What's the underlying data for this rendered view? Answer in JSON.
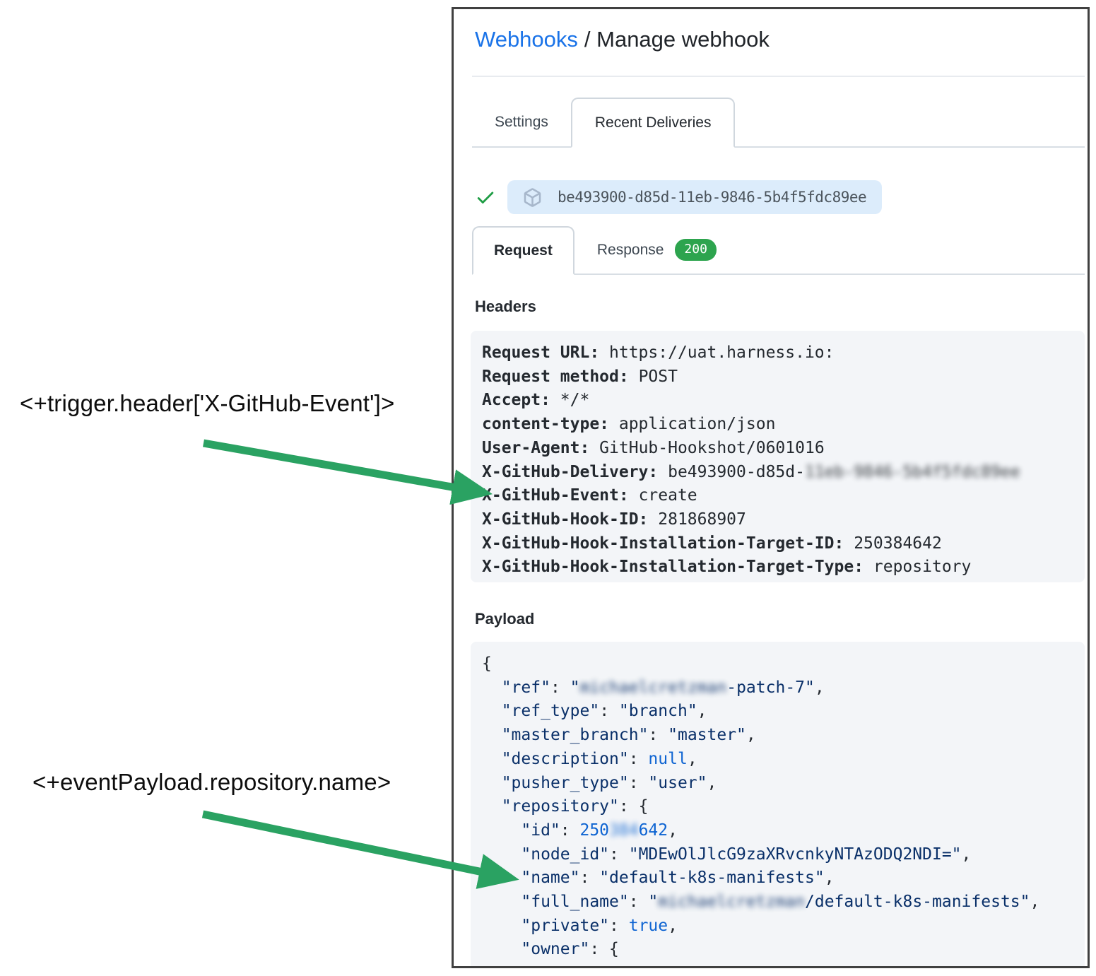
{
  "annotations": {
    "trigger_header": {
      "text": "<+trigger.header['X-GitHub-Event']>"
    },
    "event_payload": {
      "text": "<+eventPayload.repository.name>"
    }
  },
  "colors": {
    "link_blue": "#1a73e8",
    "arrow_green": "#2aa262",
    "check_green": "#1f9d45",
    "badge_green": "#2da44e",
    "pill_blue": "#dcecfb",
    "code_navy": "#0a3069",
    "code_blue": "#0e64d2"
  },
  "panel": {
    "breadcrumb": {
      "link": "Webhooks",
      "rest": "/ Manage webhook"
    },
    "tabs": [
      {
        "label": "Settings",
        "active": false
      },
      {
        "label": "Recent Deliveries",
        "active": true
      }
    ],
    "delivery": {
      "status_icon": "check-icon",
      "box_icon": "package-icon",
      "id": "be493900-d85d-11eb-9846-5b4f5fdc89ee"
    },
    "subtabs": {
      "request": "Request",
      "response": "Response",
      "response_status": "200"
    },
    "headers": {
      "title": "Headers",
      "lines": [
        [
          {
            "t": "Request URL:",
            "s": "key"
          },
          {
            "t": " https://uat.harness.io:",
            "s": "val"
          }
        ],
        [
          {
            "t": "Request method:",
            "s": "key"
          },
          {
            "t": " POST",
            "s": "val"
          }
        ],
        [
          {
            "t": "Accept:",
            "s": "key"
          },
          {
            "t": " */*",
            "s": "val"
          }
        ],
        [
          {
            "t": "content-type:",
            "s": "key"
          },
          {
            "t": " application/json",
            "s": "val"
          }
        ],
        [
          {
            "t": "User-Agent:",
            "s": "key"
          },
          {
            "t": " GitHub-Hookshot/0601016",
            "s": "val"
          }
        ],
        [
          {
            "t": "X-GitHub-Delivery:",
            "s": "key"
          },
          {
            "t": " be493900-d85d-",
            "s": "val"
          },
          {
            "t": "11eb-9846-5b4f5fdc89ee",
            "s": "val blur"
          }
        ],
        [
          {
            "t": "X-GitHub-Event:",
            "s": "key"
          },
          {
            "t": " create",
            "s": "val"
          }
        ],
        [
          {
            "t": "X-GitHub-Hook-ID:",
            "s": "key"
          },
          {
            "t": " 281868907",
            "s": "val"
          }
        ],
        [
          {
            "t": "X-GitHub-Hook-Installation-Target-ID:",
            "s": "key"
          },
          {
            "t": " 250384642",
            "s": "val"
          }
        ],
        [
          {
            "t": "X-GitHub-Hook-Installation-Target-Type:",
            "s": "key"
          },
          {
            "t": " repository",
            "s": "val"
          }
        ]
      ]
    },
    "payload": {
      "title": "Payload",
      "lines": [
        [
          {
            "t": "{",
            "s": "punc"
          }
        ],
        [
          {
            "t": "  ",
            "s": "punc"
          },
          {
            "t": "\"ref\"",
            "s": "str"
          },
          {
            "t": ": ",
            "s": "punc"
          },
          {
            "t": "\"",
            "s": "str"
          },
          {
            "t": "michaelcretzman",
            "s": "str blur"
          },
          {
            "t": "-patch-7\"",
            "s": "str"
          },
          {
            "t": ",",
            "s": "punc"
          }
        ],
        [
          {
            "t": "  ",
            "s": "punc"
          },
          {
            "t": "\"ref_type\"",
            "s": "str"
          },
          {
            "t": ": ",
            "s": "punc"
          },
          {
            "t": "\"branch\"",
            "s": "str"
          },
          {
            "t": ",",
            "s": "punc"
          }
        ],
        [
          {
            "t": "  ",
            "s": "punc"
          },
          {
            "t": "\"master_branch\"",
            "s": "str"
          },
          {
            "t": ": ",
            "s": "punc"
          },
          {
            "t": "\"master\"",
            "s": "str"
          },
          {
            "t": ",",
            "s": "punc"
          }
        ],
        [
          {
            "t": "  ",
            "s": "punc"
          },
          {
            "t": "\"description\"",
            "s": "str"
          },
          {
            "t": ": ",
            "s": "punc"
          },
          {
            "t": "null",
            "s": "const"
          },
          {
            "t": ",",
            "s": "punc"
          }
        ],
        [
          {
            "t": "  ",
            "s": "punc"
          },
          {
            "t": "\"pusher_type\"",
            "s": "str"
          },
          {
            "t": ": ",
            "s": "punc"
          },
          {
            "t": "\"user\"",
            "s": "str"
          },
          {
            "t": ",",
            "s": "punc"
          }
        ],
        [
          {
            "t": "  ",
            "s": "punc"
          },
          {
            "t": "\"repository\"",
            "s": "str"
          },
          {
            "t": ": {",
            "s": "punc"
          }
        ],
        [
          {
            "t": "    ",
            "s": "punc"
          },
          {
            "t": "\"id\"",
            "s": "str"
          },
          {
            "t": ": ",
            "s": "punc"
          },
          {
            "t": "250",
            "s": "const"
          },
          {
            "t": "384",
            "s": "const blur"
          },
          {
            "t": "642",
            "s": "const"
          },
          {
            "t": ",",
            "s": "punc"
          }
        ],
        [
          {
            "t": "    ",
            "s": "punc"
          },
          {
            "t": "\"node_id\"",
            "s": "str"
          },
          {
            "t": ": ",
            "s": "punc"
          },
          {
            "t": "\"MDEwOlJlcG9zaXRvcnkyNTAzODQ2NDI=\"",
            "s": "str"
          },
          {
            "t": ",",
            "s": "punc"
          }
        ],
        [
          {
            "t": "    ",
            "s": "punc"
          },
          {
            "t": "\"name\"",
            "s": "str"
          },
          {
            "t": ": ",
            "s": "punc"
          },
          {
            "t": "\"default-k8s-manifests\"",
            "s": "str"
          },
          {
            "t": ",",
            "s": "punc"
          }
        ],
        [
          {
            "t": "    ",
            "s": "punc"
          },
          {
            "t": "\"full_name\"",
            "s": "str"
          },
          {
            "t": ": ",
            "s": "punc"
          },
          {
            "t": "\"",
            "s": "str"
          },
          {
            "t": "michaelcretzman",
            "s": "str blur"
          },
          {
            "t": "/default-k8s-manifests\"",
            "s": "str"
          },
          {
            "t": ",",
            "s": "punc"
          }
        ],
        [
          {
            "t": "    ",
            "s": "punc"
          },
          {
            "t": "\"private\"",
            "s": "str"
          },
          {
            "t": ": ",
            "s": "punc"
          },
          {
            "t": "true",
            "s": "const"
          },
          {
            "t": ",",
            "s": "punc"
          }
        ],
        [
          {
            "t": "    ",
            "s": "punc"
          },
          {
            "t": "\"owner\"",
            "s": "str"
          },
          {
            "t": ": {",
            "s": "punc"
          }
        ]
      ]
    }
  }
}
